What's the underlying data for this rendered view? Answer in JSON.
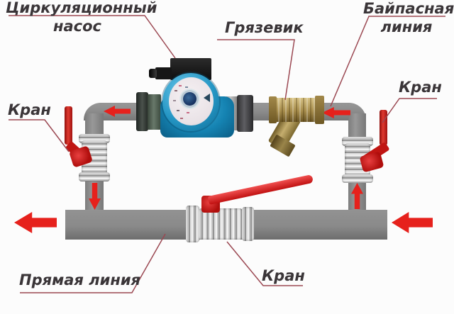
{
  "diagram_labels": {
    "circulation_pump_line1": "Циркуляционный",
    "circulation_pump_line2": "насос",
    "dirt_trap": "Грязевик",
    "bypass_line1": "Байпасная",
    "bypass_line2": "линия",
    "valve_left": "Кран",
    "valve_right": "Кран",
    "valve_bottom": "Кран",
    "direct_line": "Прямая линия"
  },
  "colors": {
    "pipe_gray": "#8a8a8a",
    "arrow_red": "#e6211c",
    "handle_red": "#c01512",
    "brass_gold": "#a78d4c",
    "pump_blue": "#2596c4",
    "leader_line": "#9b4852",
    "label_text": "#3a3538",
    "background": "#fcfcfc"
  }
}
